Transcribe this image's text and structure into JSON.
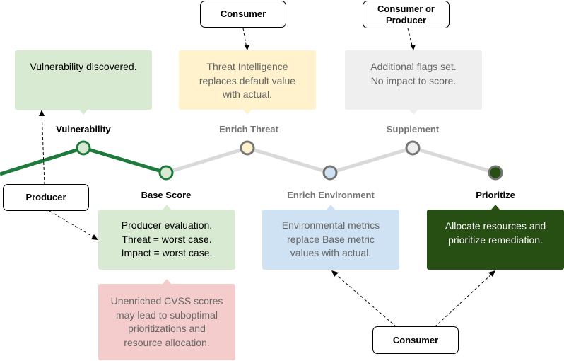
{
  "stages": [
    {
      "label": "Vulnerability",
      "active": true
    },
    {
      "label": "Base Score",
      "active": true
    },
    {
      "label": "Enrich Threat",
      "active": false
    },
    {
      "label": "Enrich Environment",
      "active": false
    },
    {
      "label": "Supplement",
      "active": false
    },
    {
      "label": "Prioritize",
      "active": true
    }
  ],
  "callouts": {
    "vulnerability": "Vulnerability discovered.",
    "base_score": [
      "Producer evaluation.",
      "Threat = worst case.",
      "Impact = worst case."
    ],
    "enrich_threat": [
      "Threat Intelligence",
      "replaces default value",
      "with actual."
    ],
    "enrich_environment": [
      "Environmental metrics",
      "replace Base metric",
      "values with actual."
    ],
    "supplement": [
      "Additional flags set.",
      "No impact to score."
    ],
    "prioritize": [
      "Allocate resources and",
      "prioritize remediation."
    ],
    "warning": [
      "Unenriched CVSS scores",
      "may lead to suboptimal",
      "prioritizations and",
      "resource allocation."
    ]
  },
  "actors": {
    "producer": "Producer",
    "consumer_threat": "Consumer",
    "consumer_or_producer": [
      "Consumer or",
      "Producer"
    ],
    "consumer_bottom": "Consumer"
  },
  "colors": {
    "active_line": "#1e7a3c",
    "inactive_line": "#d9d9d9",
    "green_fill": "#d9ead3",
    "yellow_fill": "#fff2cc",
    "grey_fill": "#efefef",
    "blue_fill": "#cfe2f3",
    "dark_green_fill": "#274e13",
    "red_fill": "#f4cccc",
    "node_vuln": "#d9ead3",
    "node_threat": "#fff2cc",
    "node_env": "#cfe2f3",
    "node_supp": "#efefef",
    "node_prior": "#274e13"
  }
}
